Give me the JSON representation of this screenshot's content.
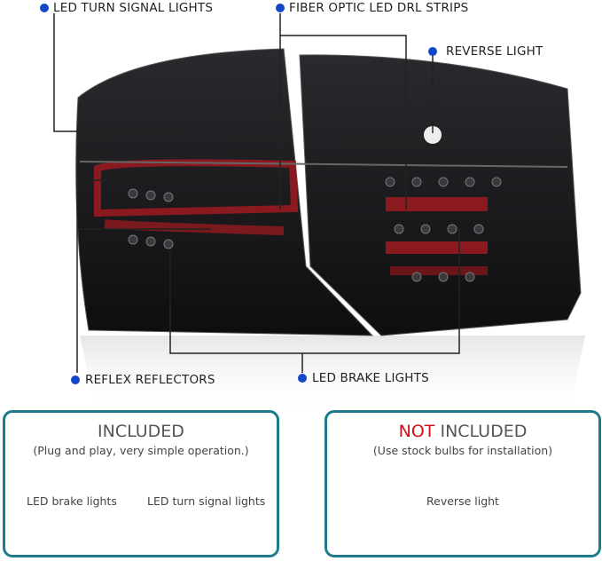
{
  "callouts": {
    "turn_signal": "LED TURN SIGNAL LIGHTS",
    "drl": "FIBER OPTIC LED DRL STRIPS",
    "reverse": "REVERSE  LIGHT",
    "reflectors": "REFLEX REFLECTORS",
    "brake": "LED BRAKE LIGHTS"
  },
  "colors": {
    "dot": "#1346c8",
    "border": "#1d7c89",
    "accent_red": "#d0101a"
  },
  "included": {
    "title": "INCLUDED",
    "subtitle": "(Plug and play, very simple operation.)",
    "items": [
      "LED brake lights",
      "LED turn signal lights"
    ]
  },
  "not_included": {
    "title_red": "NOT",
    "title_rest": " INCLUDED",
    "subtitle": "(Use stock bulbs for installation)",
    "items": [
      "Reverse light"
    ]
  }
}
